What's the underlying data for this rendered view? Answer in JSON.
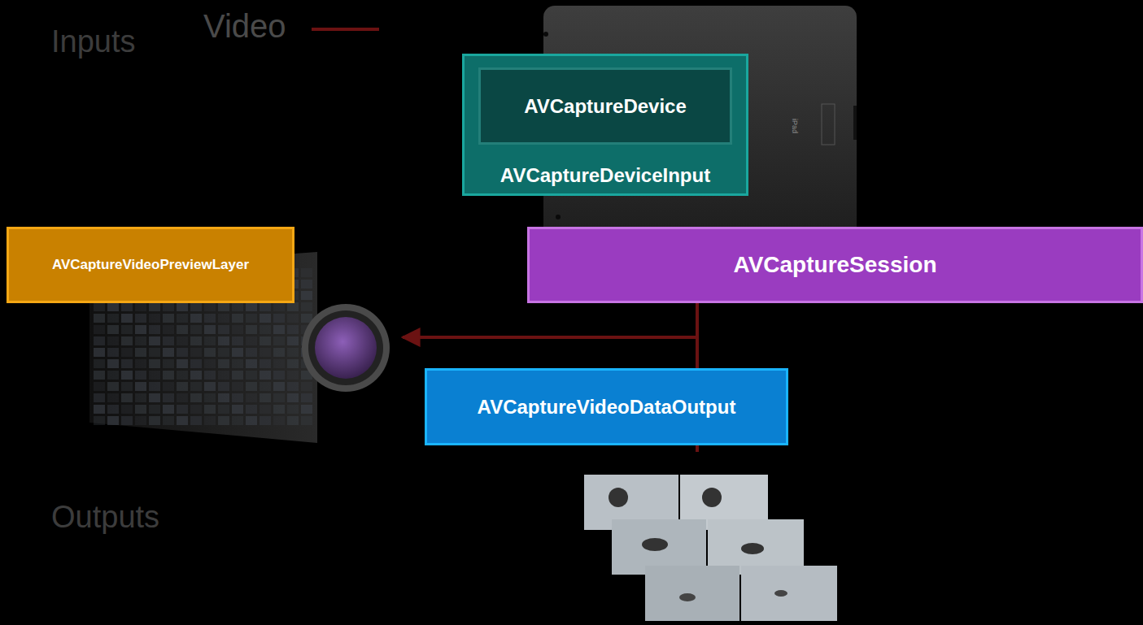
{
  "diagram": {
    "nodes": [
      {
        "text": [
          "AVCaptureDeviceInput"
        ]
      },
      {
        "text": [
          "AVCaptureDevice"
        ],
        "in": 0
      },
      {
        "text": [
          "AVCaptureVideoPreviewLayer"
        ]
      },
      {
        "text": [
          "AVCaptureSession"
        ]
      },
      {
        "text": [
          "AVCaptureVideoDataOutput"
        ]
      }
    ],
    "edges": [
      {
        "from": 3,
        "to": 2,
        "arrow": "to"
      },
      {
        "from": 3,
        "to": 4,
        "arrow": "none"
      }
    ],
    "labels": [
      "Inputs",
      "Outputs",
      "iPad"
    ],
    "legend": [
      {
        "text": "Video"
      }
    ]
  }
}
